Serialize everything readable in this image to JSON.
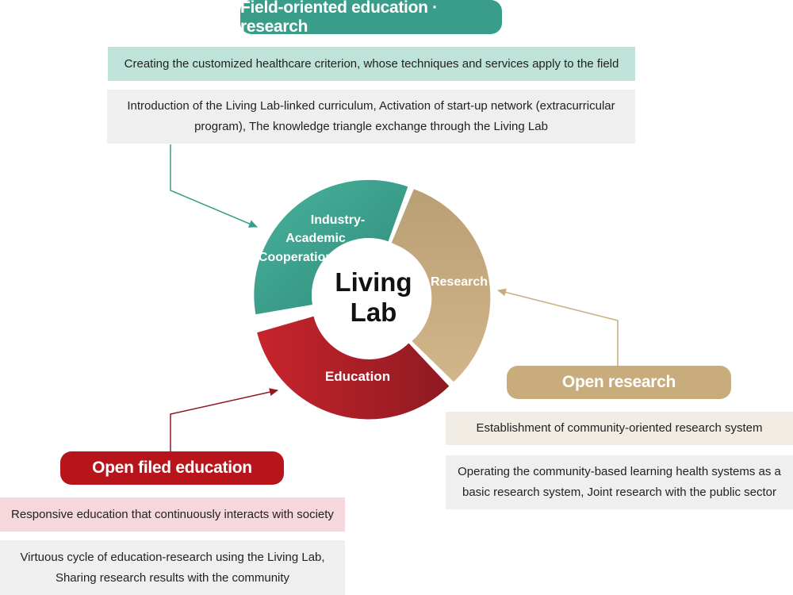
{
  "top": {
    "title": "Field-oriented education · research",
    "line1": "Creating the customized healthcare criterion, whose techniques and services apply to the field",
    "line2": "Introduction of the Living Lab-linked curriculum, Activation of start-up network (extracurricular program), The knowledge triangle exchange through the Living Lab"
  },
  "cycle": {
    "center_line1": "Living",
    "center_line2": "Lab",
    "seg_industry_1": "Industry-",
    "seg_industry_2": "Academic",
    "seg_industry_3": "Cooperation",
    "seg_research": "Research",
    "seg_education": "Education"
  },
  "right": {
    "title": "Open research",
    "line1": "Establishment of community-oriented research system",
    "line2": "Operating the community-based learning health systems as a basic research system, Joint research with the public sector"
  },
  "left": {
    "title": "Open filed education",
    "line1": "Responsive education that continuously interacts with society",
    "line2": "Virtuous cycle of education-research using the Living Lab, Sharing research results with the community"
  },
  "colors": {
    "teal": "#3a9d8a",
    "gold": "#c9ac7c",
    "red": "#a51d24",
    "teal_light": "#bfe3d8",
    "pink_light": "#f5d7dc",
    "beige_light": "#f1ece4",
    "gray_light": "#efefef"
  }
}
